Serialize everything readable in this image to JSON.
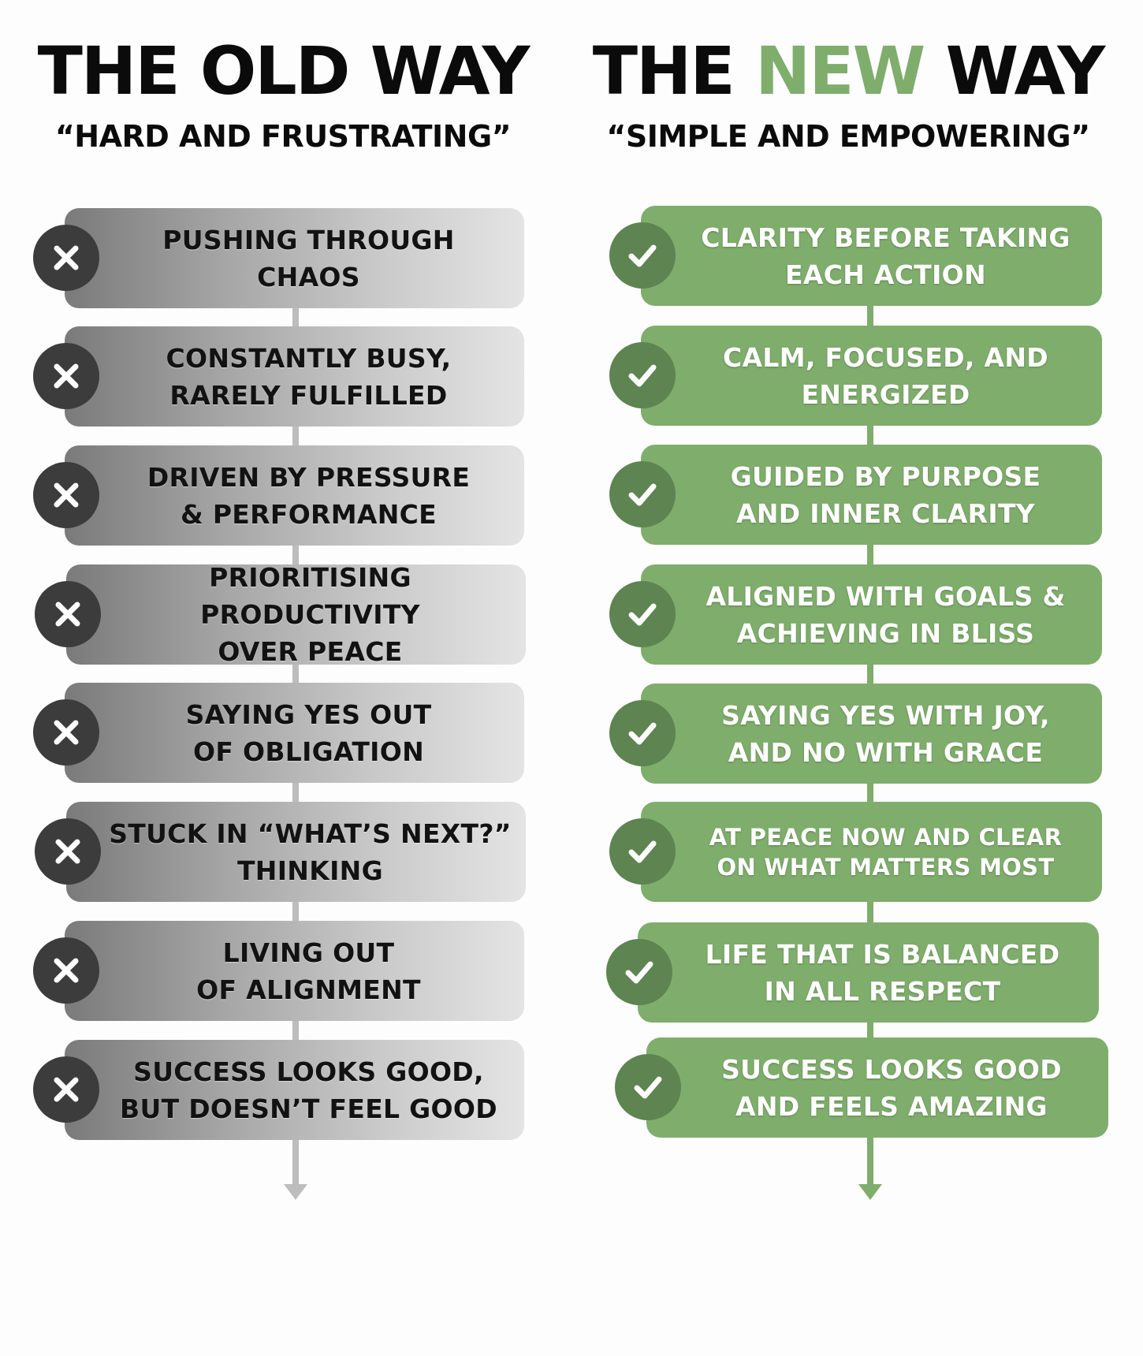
{
  "old_way": {
    "title_main": "THE OLD WAY",
    "subtitle": "“HARD AND FRUSTRATING”",
    "icon": "x-icon",
    "items": [
      "PUSHING THROUGH\nCHAOS",
      "CONSTANTLY BUSY,\nRARELY FULFILLED",
      "DRIVEN BY PRESSURE\n& PERFORMANCE",
      "PRIORITISING PRODUCTIVITY\nOVER PEACE",
      "SAYING YES OUT\nOF OBLIGATION",
      "STUCK IN “WHAT’S NEXT?”\nTHINKING",
      "LIVING OUT\nOF ALIGNMENT",
      "SUCCESS LOOKS GOOD,\nBUT DOESN’T FEEL GOOD"
    ]
  },
  "new_way": {
    "title_part1": "THE ",
    "title_accent": "NEW",
    "title_part2": " WAY",
    "subtitle": "“SIMPLE AND EMPOWERING”",
    "icon": "check-icon",
    "items": [
      "CLARITY BEFORE TAKING\nEACH ACTION",
      "CALM, FOCUSED, AND\nENERGIZED",
      "GUIDED BY PURPOSE\nAND INNER CLARITY",
      "ALIGNED WITH GOALS &\nACHIEVING IN BLISS",
      "SAYING YES WITH JOY,\nAND NO WITH GRACE",
      "AT PEACE NOW AND CLEAR\nON WHAT MATTERS MOST",
      "LIFE THAT IS BALANCED\nIN ALL RESPECT",
      "SUCCESS LOOKS GOOD\nAND FEELS AMAZING"
    ]
  },
  "colors": {
    "accent_green": "#7fad6c",
    "badge_green": "#5e8451",
    "badge_dark": "#3c3c3c",
    "connector_grey": "#bdbdbd"
  }
}
